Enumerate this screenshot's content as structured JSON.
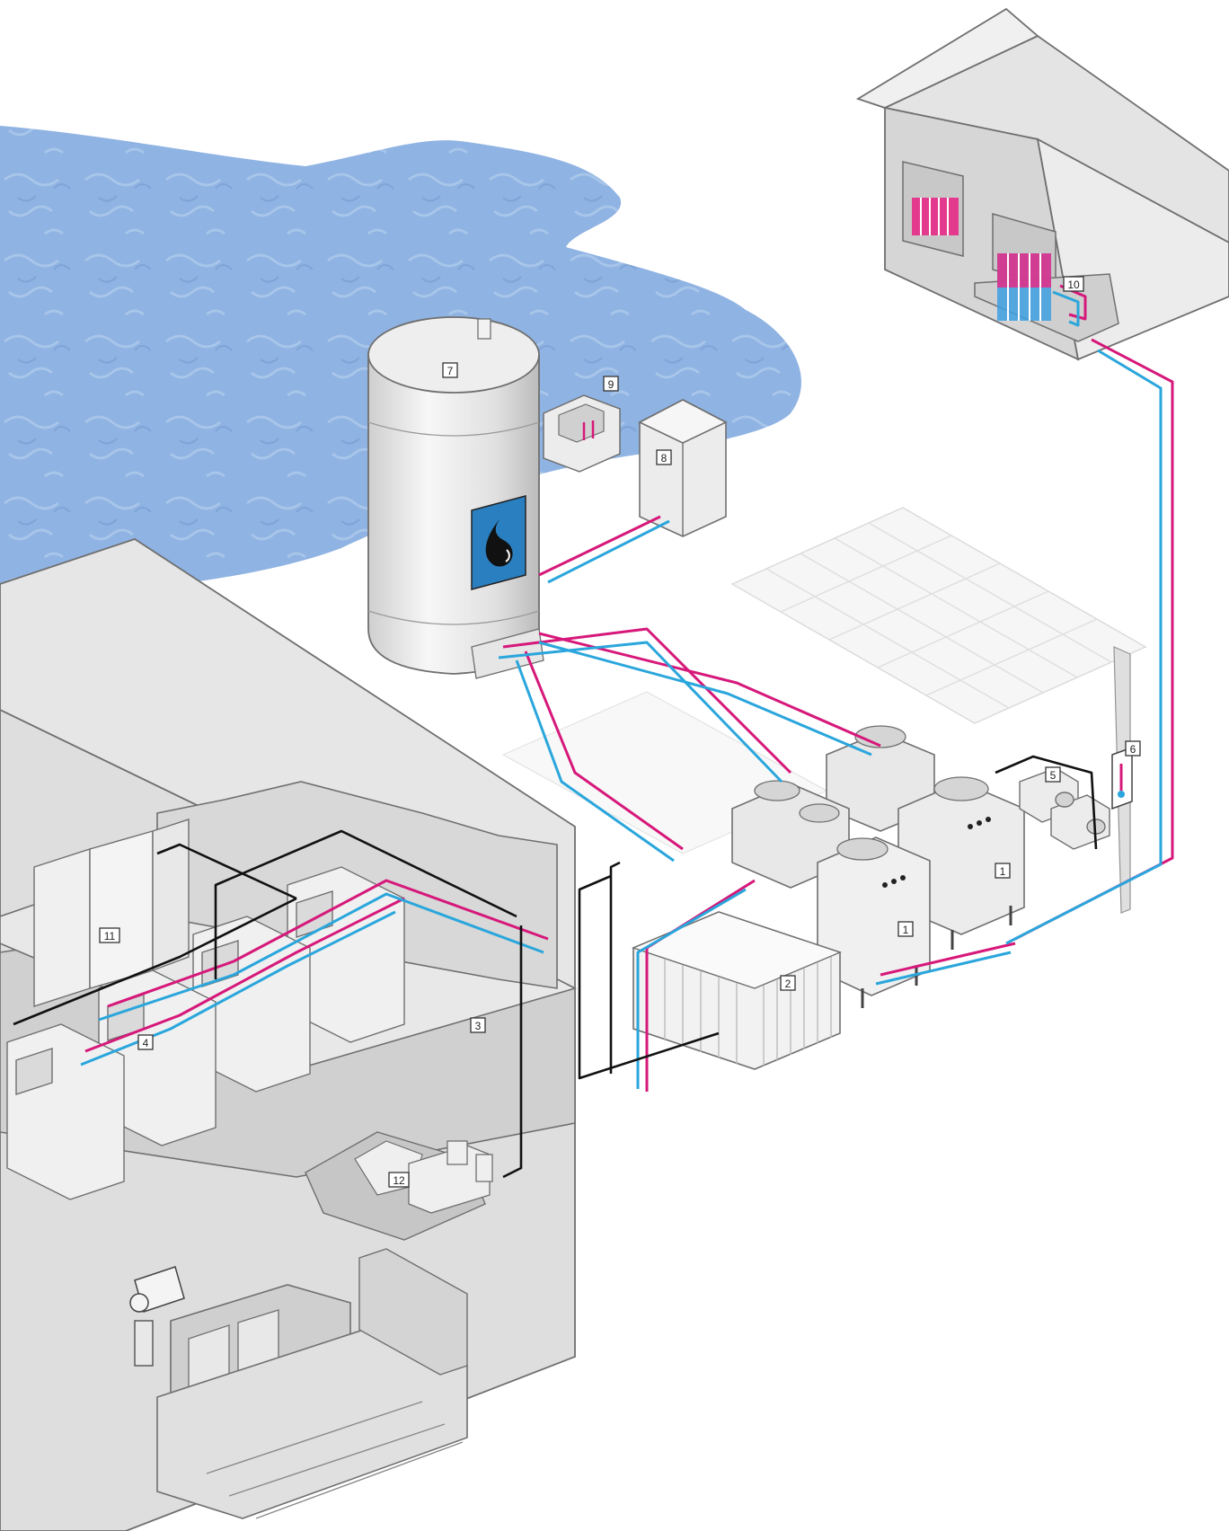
{
  "diagram": {
    "colors": {
      "hot_pipe": "#d6187a",
      "cold_pipe": "#2aa6dc",
      "control_cable": "#111111",
      "water": "#8fb3e2",
      "building_light": "#ececec",
      "building_mid": "#dcdcdc",
      "building_dark": "#bdbdbd",
      "tank_logo": "#2a7fc0"
    },
    "callouts": [
      {
        "id": "chiller-a",
        "label": "1"
      },
      {
        "id": "chiller-b",
        "label": "1"
      },
      {
        "id": "dry-cooler",
        "label": "2"
      },
      {
        "id": "server-room",
        "label": "3"
      },
      {
        "id": "server-racks",
        "label": "4"
      },
      {
        "id": "pumps",
        "label": "5"
      },
      {
        "id": "thermostat",
        "label": "6"
      },
      {
        "id": "storage-tank",
        "label": "7"
      },
      {
        "id": "control-cabinet",
        "label": "8"
      },
      {
        "id": "water-intake",
        "label": "9"
      },
      {
        "id": "house-radiator",
        "label": "10"
      },
      {
        "id": "power-cabinets",
        "label": "11"
      },
      {
        "id": "control-desk",
        "label": "12"
      }
    ],
    "icons": [
      "water-drop-icon",
      "thermometer-icon",
      "radiator-icon",
      "security-camera-icon"
    ]
  }
}
